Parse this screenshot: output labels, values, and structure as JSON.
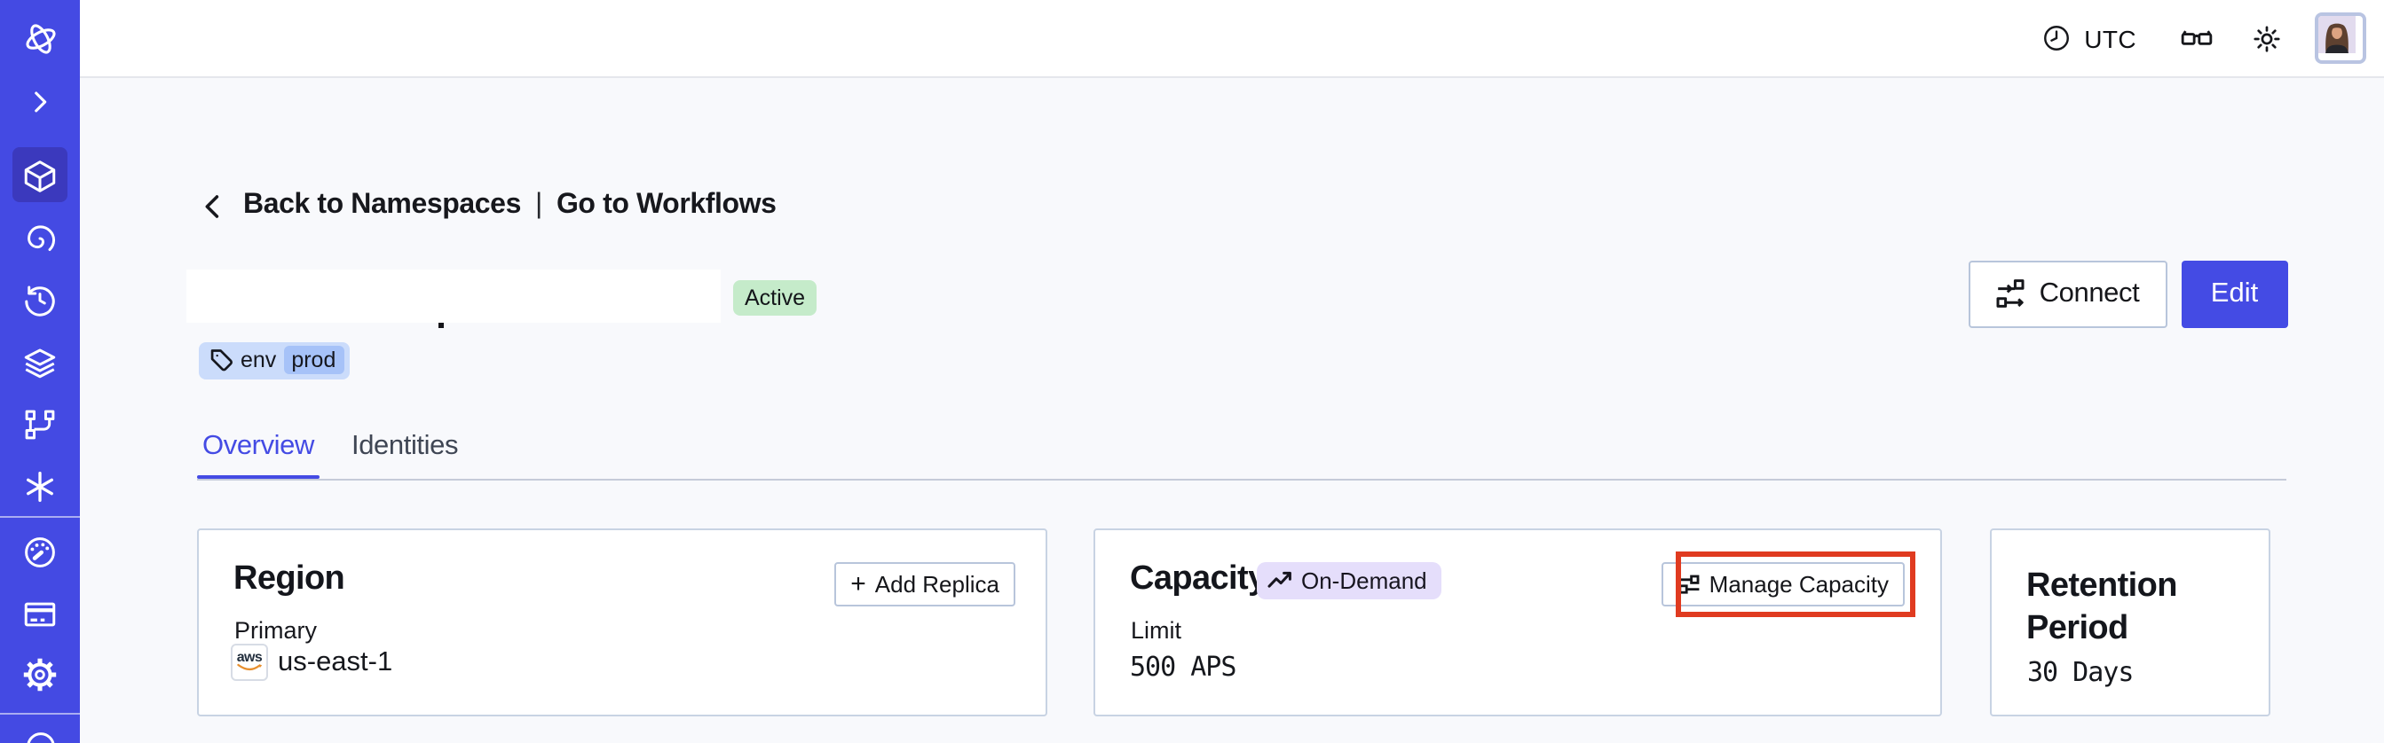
{
  "topbar": {
    "timezone": "UTC"
  },
  "sidebar": {
    "icons": [
      "temporal-logo",
      "chevron-right",
      "cube",
      "nexus-spiral",
      "history-clock",
      "layers",
      "branch",
      "asterisk",
      "gauge",
      "credit-card",
      "gear",
      "circle-partial"
    ],
    "active_item": "namespaces"
  },
  "breadcrumb": {
    "back": "Back to Namespaces",
    "separator": "|",
    "forward": "Go to Workflows"
  },
  "namespace": {
    "status_badge": "Active",
    "tag": {
      "key": "env",
      "value": "prod"
    }
  },
  "header_actions": {
    "connect": "Connect",
    "edit": "Edit"
  },
  "tabs": [
    {
      "label": "Overview"
    },
    {
      "label": "Identities"
    }
  ],
  "cards": {
    "region": {
      "title": "Region",
      "add_replica_plus": "+",
      "add_replica_label": "Add Replica",
      "field_label": "Primary",
      "provider": "aws",
      "value": "us-east-1"
    },
    "capacity": {
      "title": "Capacity",
      "badge": "On-Demand",
      "manage_label": "Manage Capacity",
      "field_label": "Limit",
      "value": "500 APS"
    },
    "retention": {
      "title": "Retention Period",
      "value": "30 Days"
    }
  },
  "colors": {
    "sidebar": "#444AE3",
    "sidebar_active": "#3B39BD",
    "accent": "#444BE4",
    "page_bg": "#F8F9FC",
    "card_border": "#C8D3E3",
    "active_badge_bg": "#C5EBCA",
    "tag_bg": "#CBDCFB",
    "tag_chip_bg": "#A6C2F8",
    "ondemand_bg": "#E5DEFB",
    "annotation_red": "#E03B20",
    "aws_orange": "#E78F2E"
  }
}
